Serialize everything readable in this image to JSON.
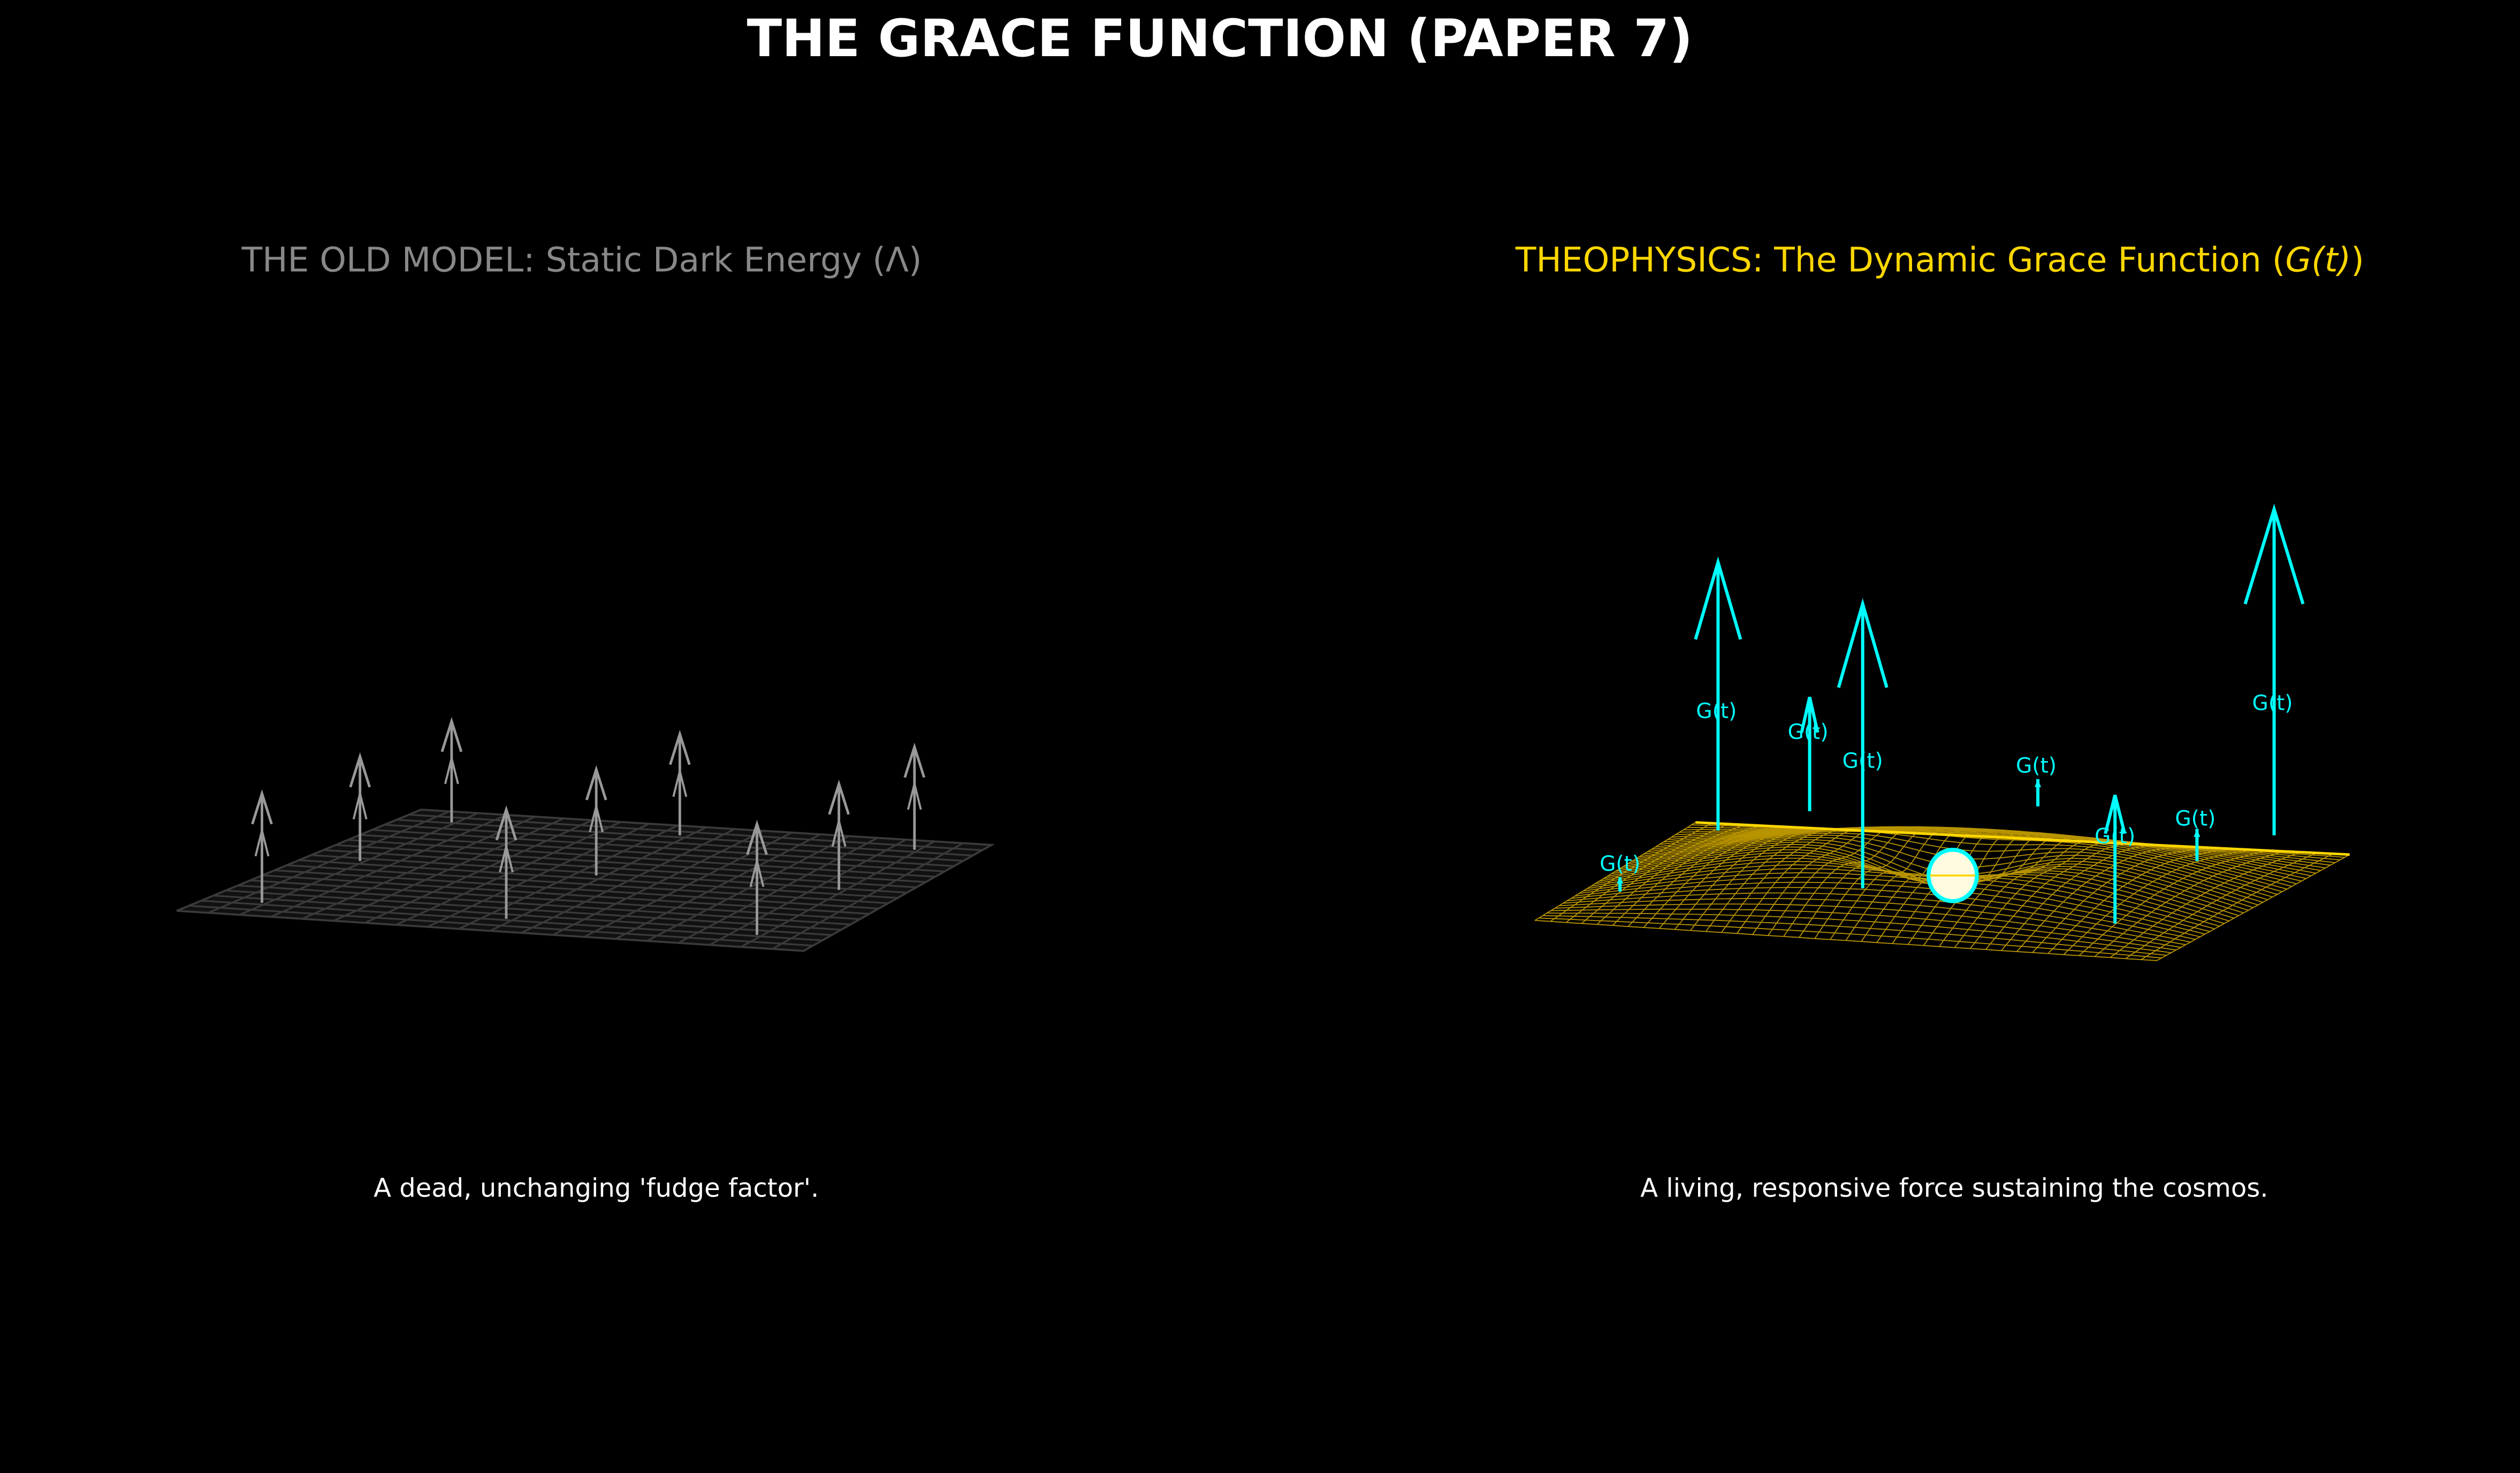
{
  "title": "THE GRACE FUNCTION (PAPER 7)",
  "left_panel": {
    "title": "THE OLD MODEL: Static Dark Energy (Λ)",
    "caption": "A dead, unchanging 'fudge factor'."
  },
  "right_panel": {
    "title_prefix": "THEOPHYSICS: The Dynamic Grace Function (",
    "title_math": "G(t)",
    "title_suffix": ")",
    "caption": "A living, responsive force sustaining the cosmos.",
    "arrow_labels": [
      "G(t)",
      "G(t)",
      "G(t)",
      "G(t)",
      "G(t)",
      "G(t)",
      "G(t)",
      "G(t)"
    ]
  },
  "colors": {
    "background": "#000000",
    "title": "#ffffff",
    "old_model": "#888888",
    "grid": "#3a3a3a",
    "grace_gold": "#FFD700",
    "grace_cyan": "#00FFFF"
  }
}
